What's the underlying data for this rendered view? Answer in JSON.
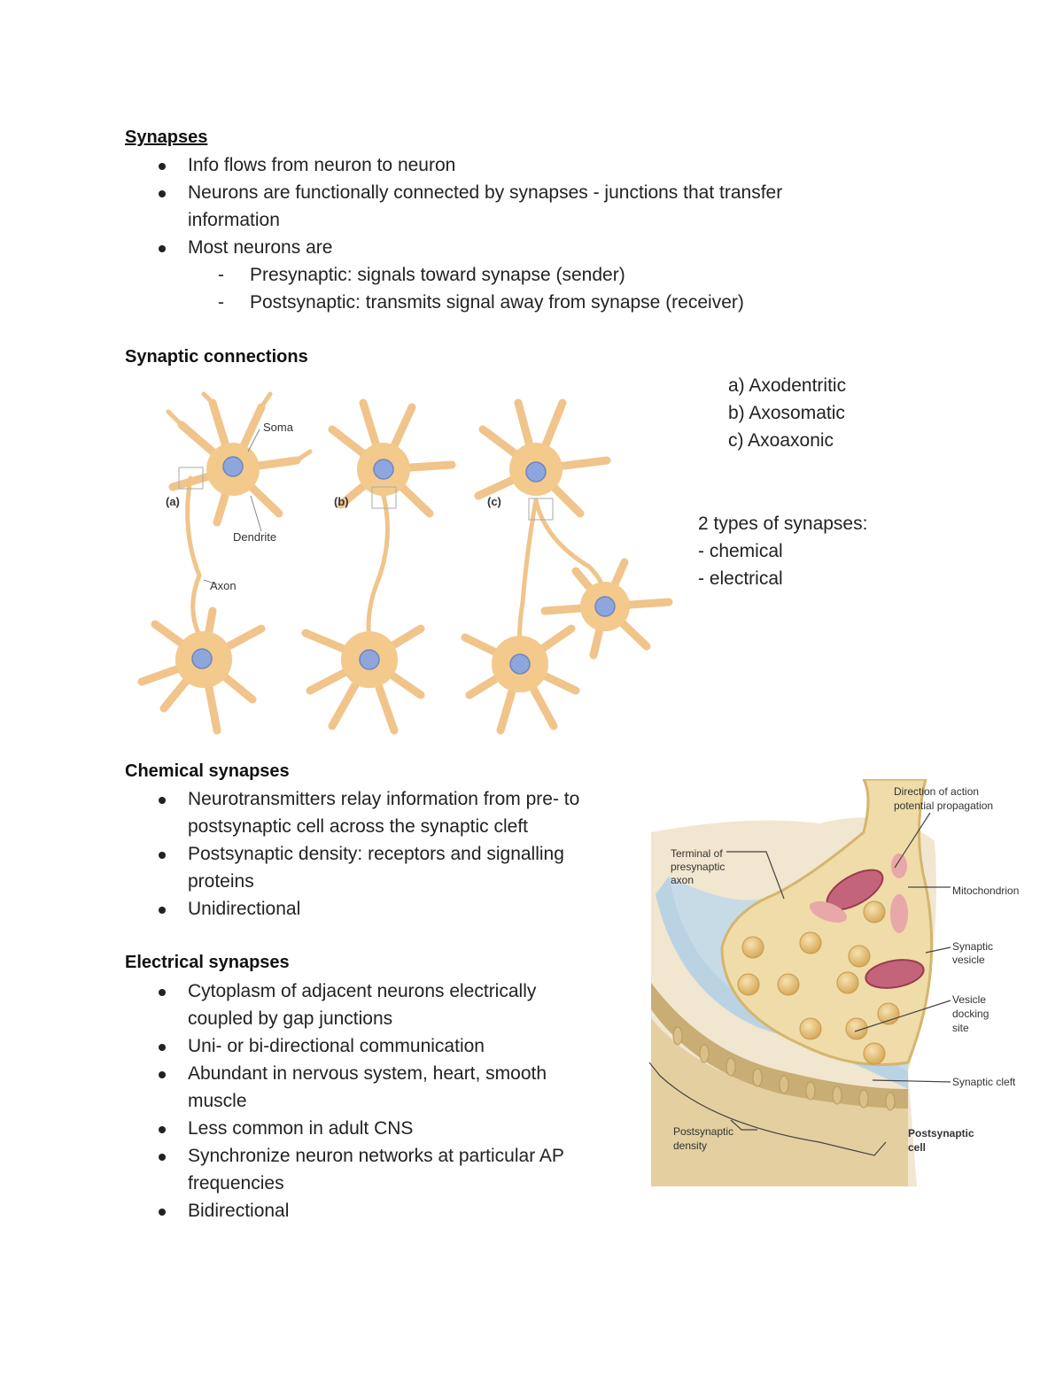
{
  "synapses": {
    "heading": "Synapses",
    "bullets": [
      "Info flows from neuron to neuron",
      "Neurons are functionally connected by synapses - junctions that transfer",
      "information",
      "Most neurons are"
    ],
    "sub": [
      "Presynaptic: signals toward synapse (sender)",
      "Postsynaptic: transmits signal away from synapse (receiver)"
    ]
  },
  "connections": {
    "heading": "Synaptic connections",
    "list": [
      "a) Axodentritic",
      "b) Axosomatic",
      "c) Axoaxonic"
    ],
    "types": [
      "2 types of synapses:",
      "- chemical",
      "- electrical"
    ],
    "figure": {
      "labels": {
        "soma": "Soma",
        "dendrite": "Dendrite",
        "axon": "Axon",
        "a": "(a)",
        "b": "(b)",
        "c": "(c)"
      },
      "colors": {
        "cell": "#f3c98c",
        "cell_edge": "#e6b070",
        "nucleus": "#8fa6dc"
      }
    }
  },
  "chemical": {
    "heading": "Chemical synapses",
    "lines": [
      "Neurotransmitters relay information from pre- to",
      "postsynaptic cell across the synaptic cleft",
      "Postsynaptic density: receptors and signalling",
      "proteins",
      "Unidirectional"
    ],
    "figure": {
      "labels": {
        "direction1": "Direction of action",
        "direction2": "potential propagation",
        "terminal1": "Terminal of",
        "terminal2": "presynaptic",
        "terminal3": "axon",
        "mito": "Mitochondrion",
        "vesicle1": "Synaptic",
        "vesicle2": "vesicle",
        "docking1": "Vesicle",
        "docking2": "docking",
        "docking3": "site",
        "cleft": "Synaptic cleft",
        "density1": "Postsynaptic",
        "density2": "density",
        "cell1": "Postsynaptic",
        "cell2": "cell"
      },
      "colors": {
        "terminal": "#efdca8",
        "cleft": "#b9d3e3",
        "post": "#e3cfa0",
        "mito": "#c4647a",
        "vesicle": "#e8c27a"
      }
    }
  },
  "electrical": {
    "heading": "Electrical synapses",
    "lines": [
      "Cytoplasm of adjacent neurons electrically",
      "coupled by gap junctions",
      "Uni- or bi-directional communication",
      "Abundant in nervous system, heart, smooth",
      "muscle",
      "Less common in adult CNS",
      "Synchronize neuron networks at particular AP",
      "frequencies",
      "Bidirectional"
    ]
  }
}
